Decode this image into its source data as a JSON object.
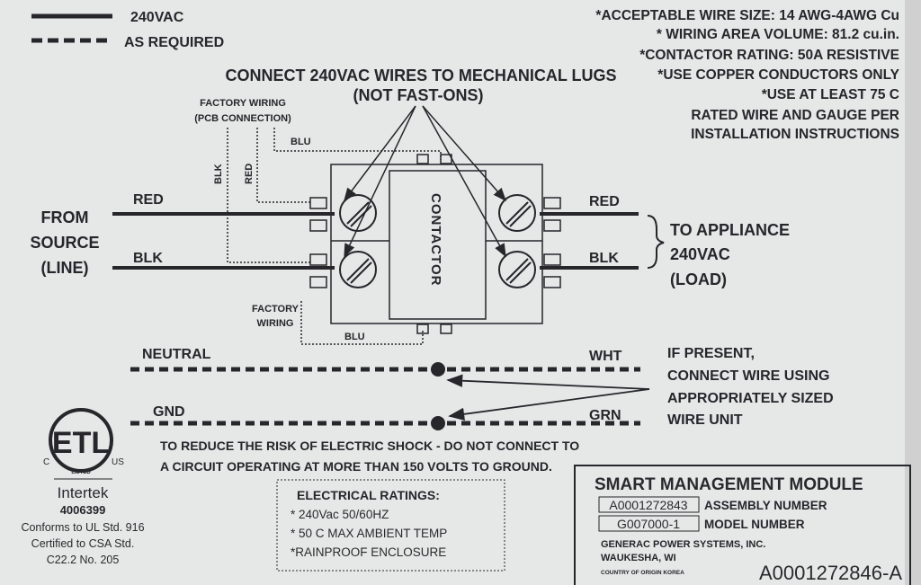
{
  "legend": {
    "solid": "240VAC",
    "dashed": "AS REQUIRED"
  },
  "title": {
    "line1": "CONNECT 240VAC WIRES TO MECHANICAL LUGS",
    "line2": "(NOT FAST-ONS)"
  },
  "notes": [
    "*ACCEPTABLE WIRE SIZE: 14 AWG-4AWG Cu",
    "* WIRING AREA VOLUME: 81.2 cu.in.",
    "*CONTACTOR RATING: 50A RESISTIVE",
    "*USE COPPER CONDUCTORS ONLY",
    "*USE AT LEAST 75 C",
    "RATED WIRE AND GAUGE PER",
    "INSTALLATION INSTRUCTIONS"
  ],
  "factory_top": {
    "line1": "FACTORY WIRING",
    "line2": "(PCB CONNECTION)",
    "blk": "BLK",
    "red": "RED",
    "blu": "BLU"
  },
  "factory_bottom": {
    "line1": "FACTORY",
    "line2": "WIRING",
    "blu": "BLU"
  },
  "contactor": "CONTACTOR",
  "source": {
    "line1": "FROM",
    "line2": "SOURCE",
    "line3": "(LINE)",
    "red": "RED",
    "blk": "BLK"
  },
  "load": {
    "line1": "TO APPLIANCE",
    "line2": "240VAC",
    "line3": "(LOAD)",
    "red": "RED",
    "blk": "BLK"
  },
  "neutral": {
    "label": "NEUTRAL",
    "color": "WHT"
  },
  "ground": {
    "label": "GND",
    "color": "GRN"
  },
  "if_present": [
    "IF PRESENT,",
    "CONNECT WIRE USING",
    "APPROPRIATELY SIZED",
    "WIRE UNIT"
  ],
  "warning": [
    "TO REDUCE THE RISK OF ELECTRIC SHOCK - DO NOT CONNECT TO",
    "A CIRCUIT OPERATING AT MORE THAN 150 VOLTS TO GROUND."
  ],
  "certification": {
    "logo": "ETL",
    "listed": "LISTED",
    "c": "C",
    "us": "US",
    "company": "Intertek",
    "number": "4006399",
    "lines": [
      "Conforms to UL Std. 916",
      "Certified to CSA Std.",
      "C22.2 No. 205"
    ]
  },
  "ratings": {
    "title": "ELECTRICAL RATINGS:",
    "items": [
      "* 240Vac 50/60HZ",
      "* 50 C MAX AMBIENT TEMP",
      "*RAINPROOF ENCLOSURE"
    ]
  },
  "module": {
    "title": "SMART MANAGEMENT MODULE",
    "assembly_value": "A0001272843",
    "assembly_label": "ASSEMBLY NUMBER",
    "model_value": "G007000-1",
    "model_label": "MODEL NUMBER",
    "company": "GENERAC POWER SYSTEMS, INC.",
    "city": "WAUKESHA, WI",
    "origin": "COUNTRY OF ORIGIN KOREA",
    "part_number": "A0001272846-A"
  }
}
